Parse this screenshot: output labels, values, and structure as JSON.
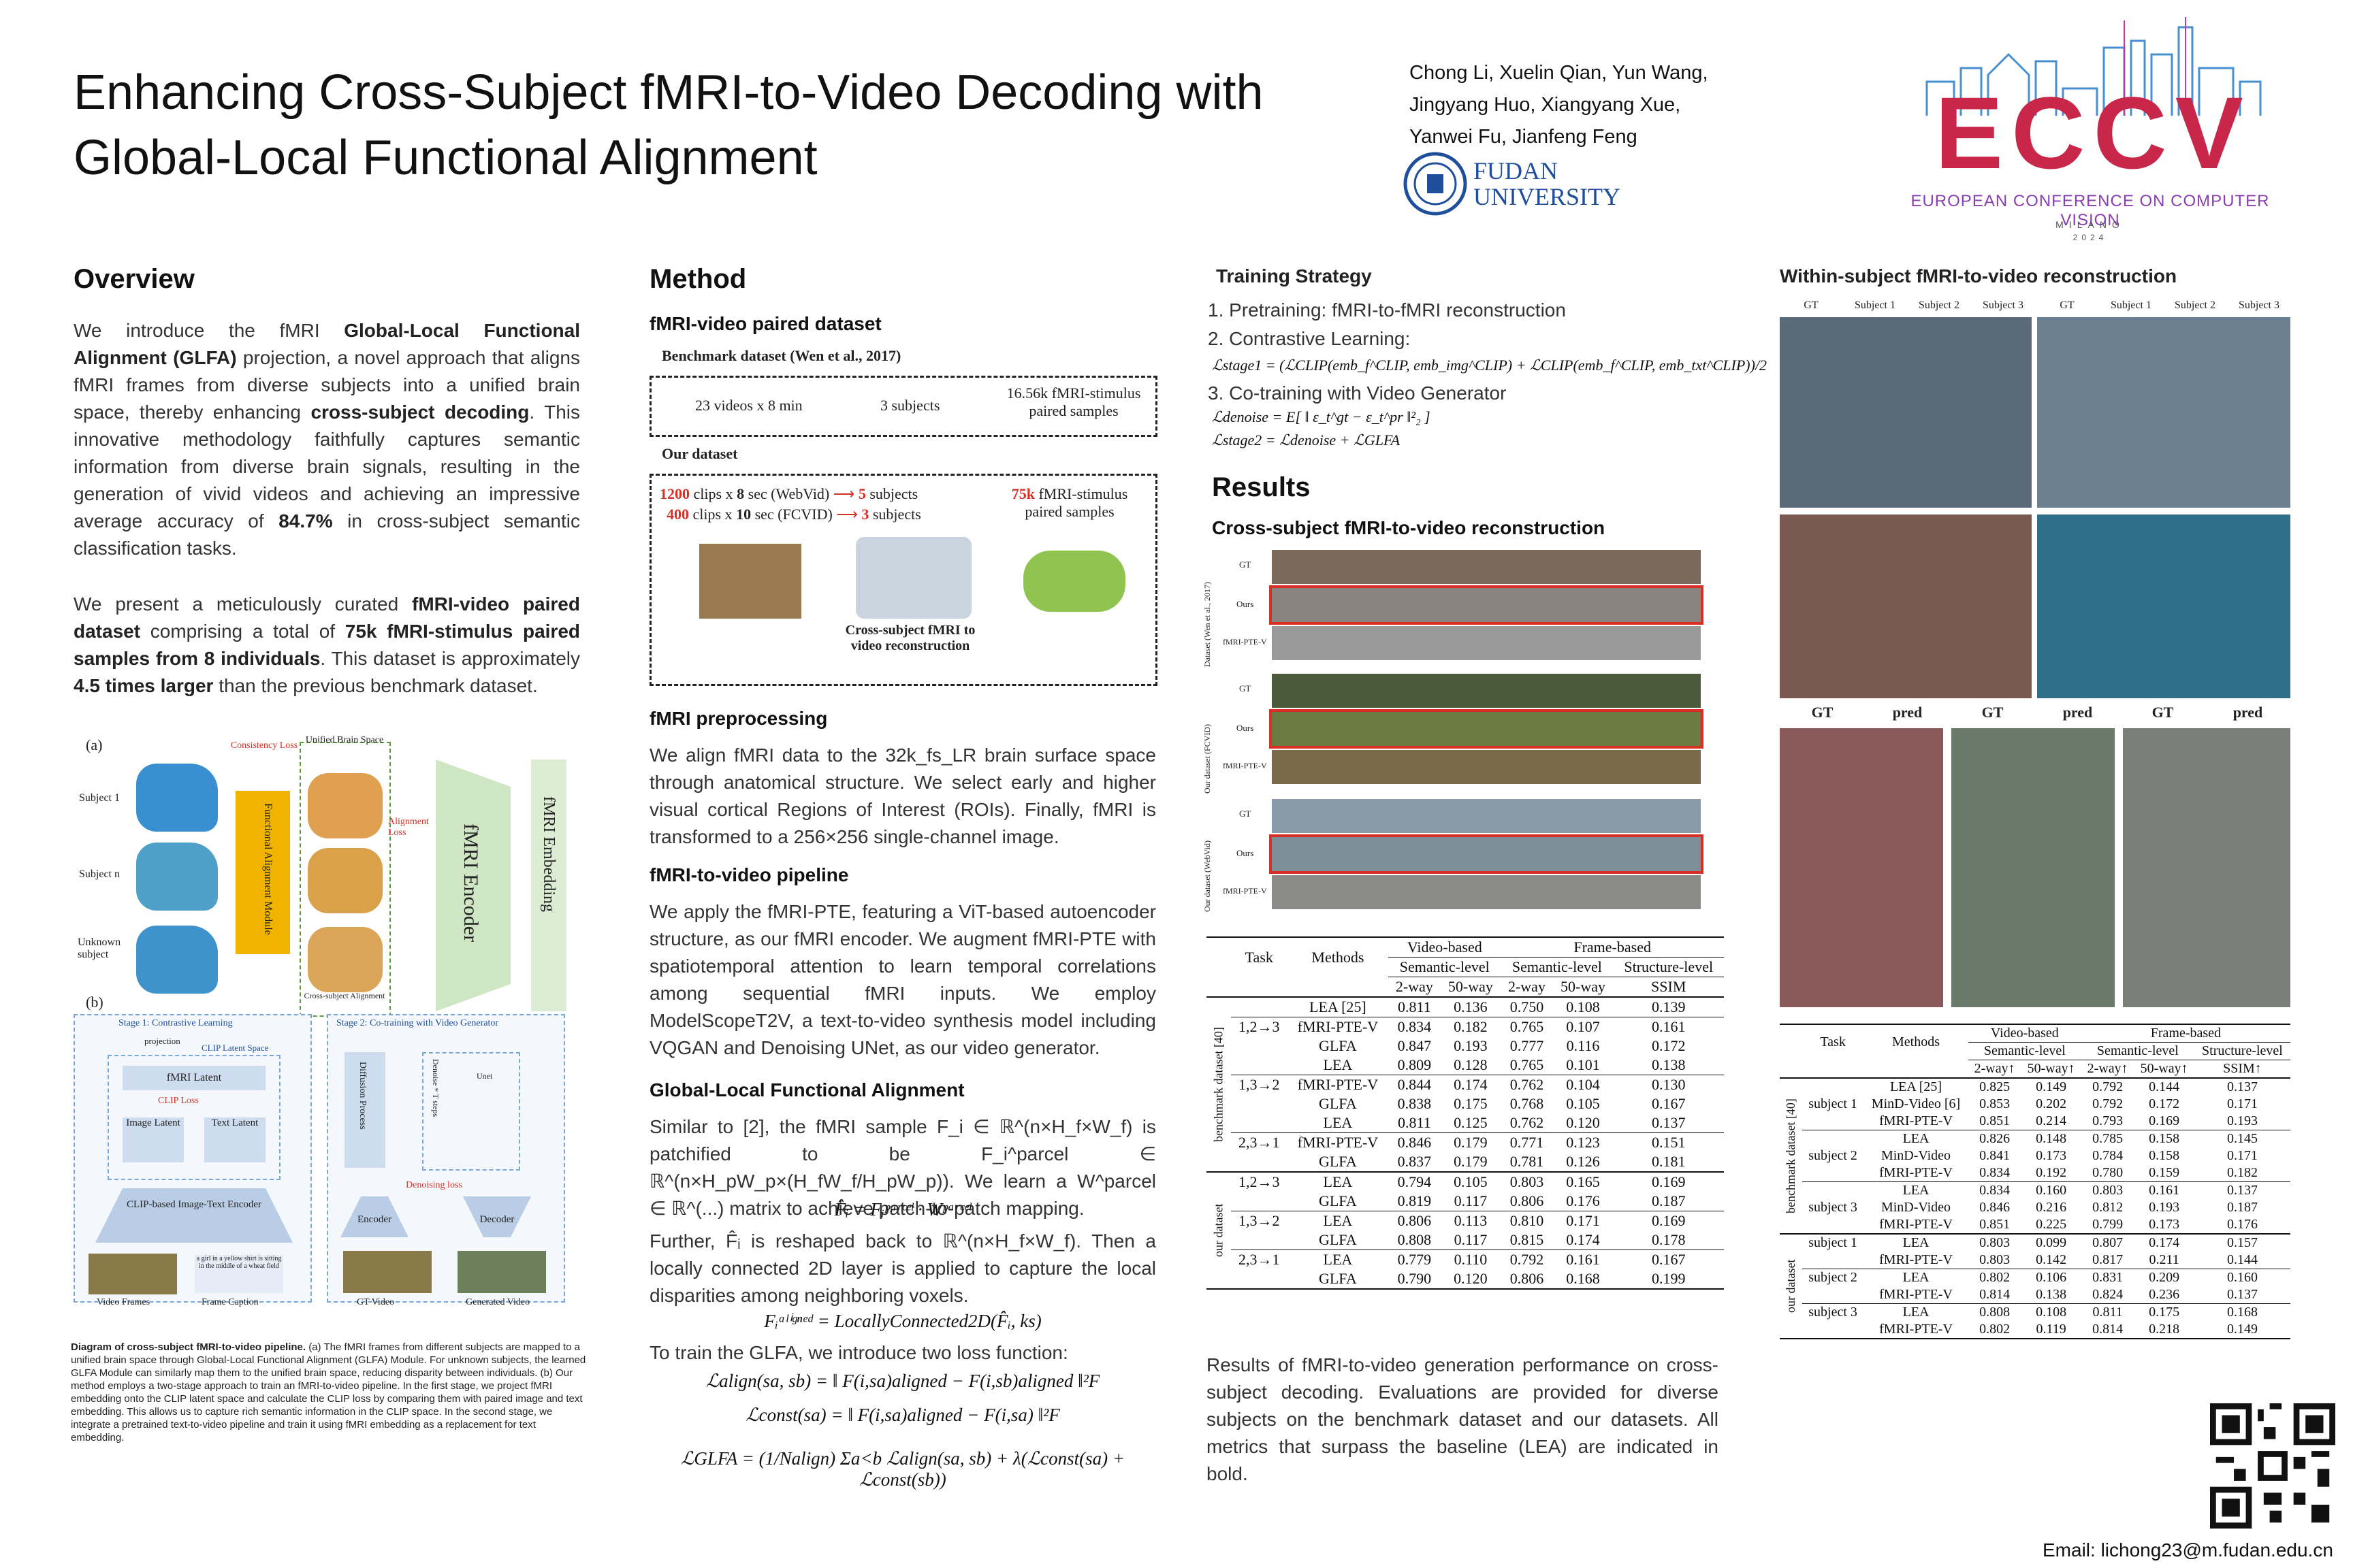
{
  "title": "Enhancing Cross-Subject fMRI-to-Video Decoding with Global-Local Functional Alignment",
  "authors": [
    "Chong Li, Xuelin Qian, Yun Wang,",
    "Jingyang Huo, Xiangyang Xue,",
    "Yanwei Fu,  Jianfeng Feng"
  ],
  "affiliation": {
    "name_line1": "FUDAN",
    "name_line2": "UNIVERSITY"
  },
  "conference": {
    "logo": "ECCV",
    "name": "EUROPEAN CONFERENCE ON COMPUTER VISION",
    "city": "MILANO",
    "year": "2024"
  },
  "overview": {
    "heading": "Overview",
    "p1_parts": [
      "We introduce the fMRI ",
      "Global-Local Functional Alignment (GLFA)",
      " projection, a novel approach that aligns fMRI frames from diverse subjects into a unified brain space, thereby enhancing ",
      "cross-subject decoding",
      ". This innovative methodology faithfully captures semantic information from diverse brain signals, resulting in the generation of vivid videos and achieving an impressive average accuracy of ",
      "84.7%",
      " in cross-subject semantic classification tasks."
    ],
    "p2_parts": [
      "We present a meticulously curated ",
      "fMRI-video paired dataset",
      " comprising a total of ",
      "75k fMRI-stimulus paired samples from 8 individuals",
      ". This dataset is approximately ",
      "4.5 times larger",
      " than the previous benchmark dataset."
    ]
  },
  "diagram": {
    "a_label": "(a)",
    "b_label": "(b)",
    "subject1": "Subject 1",
    "subjectn": "Subject n",
    "unknown": "Unknown subject",
    "consistency_loss": "Consistency Loss",
    "unified_space": "Unified Brain Space",
    "alignment_loss": "Alignment Loss",
    "fam": "Functional Alignment Module",
    "cross_subject": "Cross-subject Alignment",
    "fmri_encoder": "fMRI Encoder",
    "fmri_embedding": "fMRI Embedding",
    "stage1": "Stage 1: Contrastive Learning",
    "stage2": "Stage 2: Co-training with Video Generator",
    "projection": "projection",
    "clip_space": "CLIP Latent Space",
    "fmri_latent": "fMRI Latent",
    "clip_loss": "CLIP Loss",
    "image_latent": "Image Latent",
    "text_latent": "Text Latent",
    "clip_encoder": "CLIP-based Image-Text Encoder",
    "video_frames": "Video Frames",
    "frame_caption": "Frame Caption",
    "caption_text": "a girl in a yellow shirt is sitting in the middle of a wheat field",
    "diffusion": "Diffusion Process",
    "denoise": "Denoise * T steps",
    "unet": "Unet",
    "denoising_loss": "Denoising loss",
    "encoder": "Encoder",
    "decoder": "Decoder",
    "gt_video": "GT Video",
    "generated_video": "Generated Video",
    "caption_bold": "Diagram of cross-subject fMRI-to-video pipeline.",
    "caption_rest": " (a) The fMRI frames from different subjects are mapped to a unified brain space through Global-Local Functional Alignment (GLFA) Module. For unknown subjects, the learned GLFA Module can similarly map them to the unified brain space, reducing disparity between individuals. (b) Our method employs a two-stage approach to train an fMRI-to-video pipeline. In the first stage, we project fMRI embedding onto the CLIP latent space and calculate the CLIP loss by comparing them with paired image and text embedding. This allows us to capture rich semantic information in the CLIP space. In the second stage, we integrate a pretrained text-to-video pipeline and train it using fMRI embedding as a replacement for text embedding."
  },
  "method": {
    "heading": "Method",
    "dataset_heading": "fMRI-video paired dataset",
    "benchmark_label": "Benchmark dataset (Wen et al., 2017)",
    "bench_videos": "23 videos x 8 min",
    "bench_subjects": "3 subjects",
    "bench_samples": "16.56k fMRI-stimulus paired samples",
    "our_label": "Our dataset",
    "our_line1_a": "1200",
    "our_line1_b": " clips x ",
    "our_line1_c": "8",
    "our_line1_d": " sec (WebVid)",
    "our_line1_e": "5",
    "our_line1_f": " subjects",
    "our_line2_a": "400",
    "our_line2_b": " clips x ",
    "our_line2_c": "10",
    "our_line2_d": " sec (FCVID)",
    "our_line2_e": "3",
    "our_line2_f": " subjects",
    "our_samples_a": "75k",
    "our_samples_b": " fMRI-stimulus paired samples",
    "cross_subject_label": "Cross-subject fMRI to video reconstruction",
    "preproc_heading": "fMRI preprocessing",
    "preproc_text": "We align fMRI data to the 32k_fs_LR brain surface space through anatomical structure. We select early and higher visual cortical Regions of Interest (ROIs). Finally, fMRI is transformed to a 256×256 single-channel image.",
    "pipeline_heading": "fMRI-to-video pipeline",
    "pipeline_text": "We apply the fMRI-PTE, featuring a ViT-based autoencoder structure, as our fMRI encoder. We augment fMRI-PTE with spatiotemporal attention to learn temporal correlations among sequential fMRI inputs. We employ ModelScopeT2V, a text-to-video synthesis model including VQGAN and Denoising UNet, as our video generator.",
    "glfa_heading": "Global-Local Functional Alignment",
    "glfa_text1": "Similar to [2], the fMRI sample  F_i ∈ ℝ^(n×H_f×W_f)  is patchified to be F_i^parcel ∈ ℝ^(n×H_pW_p×(H_fW_f/H_pW_p)). We learn a W^parcel ∈ ℝ^(...) matrix to achieve patch-to-patch mapping.",
    "eq1": "F̂ᵢ = Fᵢᵖᵃʳᶜᵉˡ · Wᵖᵃʳᶜᵉˡ",
    "glfa_text2": "Further, F̂ᵢ is reshaped back to ℝ^(n×H_f×W_f). Then a locally connected 2D layer is applied to capture the local disparities among neighboring voxels.",
    "eq2": "Fᵢᵃˡⁱᵍⁿᵉᵈ = LocallyConnected2D(F̂ᵢ, ks)",
    "glfa_text3": "To train the GLFA, we introduce two loss function:",
    "eq3": "ℒalign(sa, sb) = ‖ F(i,sa)aligned − F(i,sb)aligned ‖²F",
    "eq4": "ℒconst(sa) = ‖ F(i,sa)aligned − F(i,sa) ‖²F",
    "eq5": "ℒGLFA = (1/Nalign) Σa<b ℒalign(sa, sb) + λ(ℒconst(sa) + ℒconst(sb))"
  },
  "training": {
    "heading": "Training Strategy",
    "step1": "1. Pretraining: fMRI-to-fMRI reconstruction",
    "step2": "2. Contrastive Learning:",
    "eq_stage1": "ℒstage1 = (ℒCLIP(emb_f^CLIP, emb_img^CLIP) + ℒCLIP(emb_f^CLIP, emb_txt^CLIP))/2",
    "step3": "3. Co-training with Video Generator",
    "eq_denoise": "ℒdenoise = E[ ‖ ε_t^gt − ε_t^pr ‖²₂ ]",
    "eq_stage2": "ℒstage2 = ℒdenoise + ℒGLFA"
  },
  "results": {
    "heading": "Results",
    "cross_heading": "Cross-subject fMRI-to-video reconstruction",
    "row_gt": "GT",
    "row_ours": "Ours",
    "row_pte": "fMRI-PTE-V",
    "group1": "Dataset (Wen et al., 2017)",
    "group2": "Our dataset (FCVID)",
    "group3": "Our dataset (WebVid)",
    "caption": "Results of fMRI-to-video generation performance on cross-subject decoding. Evaluations are provided for diverse subjects on the benchmark dataset and our datasets. All metrics that surpass the baseline (LEA) are indicated in bold."
  },
  "table1": {
    "h_task": "Task",
    "h_methods": "Methods",
    "h_video": "Video-based",
    "h_frame": "Frame-based",
    "h_semantic": "Semantic-level",
    "h_structure": "Structure-level",
    "cols": [
      "2-way",
      "50-way",
      "2-way",
      "50-way",
      "SSIM"
    ],
    "group_bench": "benchmark dataset [40]",
    "group_ours": "our dataset",
    "rows": [
      {
        "task": "",
        "method": "LEA [25]",
        "v": [
          "0.811",
          "0.136",
          "0.750",
          "0.108",
          "0.139"
        ],
        "b": [
          0,
          0,
          0,
          0,
          0
        ]
      },
      {
        "task": "1,2→3",
        "method": "fMRI-PTE-V",
        "v": [
          "0.834",
          "0.182",
          "0.765",
          "0.107",
          "0.161"
        ],
        "b": [
          1,
          1,
          1,
          0,
          1
        ]
      },
      {
        "task": "",
        "method": "GLFA",
        "v": [
          "0.847",
          "0.193",
          "0.777",
          "0.116",
          "0.172"
        ],
        "b": [
          1,
          1,
          1,
          1,
          1
        ]
      },
      {
        "task": "",
        "method": "LEA",
        "v": [
          "0.809",
          "0.128",
          "0.765",
          "0.101",
          "0.138"
        ],
        "b": [
          0,
          0,
          0,
          0,
          0
        ]
      },
      {
        "task": "1,3→2",
        "method": "fMRI-PTE-V",
        "v": [
          "0.844",
          "0.174",
          "0.762",
          "0.104",
          "0.130"
        ],
        "b": [
          1,
          1,
          0,
          1,
          0
        ]
      },
      {
        "task": "",
        "method": "GLFA",
        "v": [
          "0.838",
          "0.175",
          "0.768",
          "0.105",
          "0.167"
        ],
        "b": [
          1,
          1,
          1,
          1,
          1
        ]
      },
      {
        "task": "",
        "method": "LEA",
        "v": [
          "0.811",
          "0.125",
          "0.762",
          "0.120",
          "0.137"
        ],
        "b": [
          0,
          0,
          0,
          0,
          0
        ]
      },
      {
        "task": "2,3→1",
        "method": "fMRI-PTE-V",
        "v": [
          "0.846",
          "0.179",
          "0.771",
          "0.123",
          "0.151"
        ],
        "b": [
          1,
          1,
          1,
          1,
          1
        ]
      },
      {
        "task": "",
        "method": "GLFA",
        "v": [
          "0.837",
          "0.179",
          "0.781",
          "0.126",
          "0.181"
        ],
        "b": [
          1,
          1,
          1,
          1,
          1
        ]
      },
      {
        "task": "1,2→3",
        "method": "LEA",
        "v": [
          "0.794",
          "0.105",
          "0.803",
          "0.165",
          "0.169"
        ],
        "b": [
          0,
          0,
          0,
          0,
          0
        ]
      },
      {
        "task": "",
        "method": "GLFA",
        "v": [
          "0.819",
          "0.117",
          "0.806",
          "0.176",
          "0.187"
        ],
        "b": [
          1,
          1,
          1,
          1,
          1
        ]
      },
      {
        "task": "1,3→2",
        "method": "LEA",
        "v": [
          "0.806",
          "0.113",
          "0.810",
          "0.171",
          "0.169"
        ],
        "b": [
          0,
          0,
          0,
          0,
          0
        ]
      },
      {
        "task": "",
        "method": "GLFA",
        "v": [
          "0.808",
          "0.117",
          "0.815",
          "0.174",
          "0.178"
        ],
        "b": [
          1,
          1,
          1,
          1,
          1
        ]
      },
      {
        "task": "2,3→1",
        "method": "LEA",
        "v": [
          "0.779",
          "0.110",
          "0.792",
          "0.161",
          "0.167"
        ],
        "b": [
          0,
          0,
          0,
          0,
          0
        ]
      },
      {
        "task": "",
        "method": "GLFA",
        "v": [
          "0.790",
          "0.120",
          "0.806",
          "0.168",
          "0.199"
        ],
        "b": [
          1,
          1,
          1,
          1,
          1
        ]
      }
    ]
  },
  "within": {
    "heading": "Within-subject fMRI-to-video reconstruction",
    "top_labels": [
      "GT",
      "Subject 1",
      "Subject 2",
      "Subject 3",
      "GT",
      "Subject 1",
      "Subject 2",
      "Subject 3"
    ],
    "pred_labels": [
      "GT",
      "pred",
      "GT",
      "pred",
      "GT",
      "pred"
    ]
  },
  "table2": {
    "h_task": "Task",
    "h_methods": "Methods",
    "h_video": "Video-based",
    "h_frame": "Frame-based",
    "h_semantic": "Semantic-level",
    "h_structure": "Structure-level",
    "cols": [
      "2-way↑",
      "50-way↑",
      "2-way↑",
      "50-way↑",
      "SSIM↑"
    ],
    "group_bench": "benchmark dataset [40]",
    "group_ours": "our dataset",
    "rows": [
      {
        "task": "",
        "method": "LEA [25]",
        "v": [
          "0.825",
          "0.149",
          "0.792",
          "0.144",
          "0.137"
        ],
        "b": [
          0,
          0,
          0,
          0,
          0
        ]
      },
      {
        "task": "subject 1",
        "method": "MinD-Video [6]",
        "v": [
          "0.853",
          "0.202",
          "0.792",
          "0.172",
          "0.171"
        ],
        "b": [
          1,
          0,
          0,
          1,
          0
        ]
      },
      {
        "task": "",
        "method": "fMRI-PTE-V",
        "v": [
          "0.851",
          "0.214",
          "0.793",
          "0.169",
          "0.193"
        ],
        "b": [
          0,
          1,
          1,
          0,
          1
        ]
      },
      {
        "task": "",
        "method": "LEA",
        "v": [
          "0.826",
          "0.148",
          "0.785",
          "0.158",
          "0.145"
        ],
        "b": [
          0,
          0,
          1,
          0,
          0
        ]
      },
      {
        "task": "subject 2",
        "method": "MinD-Video",
        "v": [
          "0.841",
          "0.173",
          "0.784",
          "0.158",
          "0.171"
        ],
        "b": [
          1,
          0,
          0,
          0,
          0
        ]
      },
      {
        "task": "",
        "method": "fMRI-PTE-V",
        "v": [
          "0.834",
          "0.192",
          "0.780",
          "0.159",
          "0.182"
        ],
        "b": [
          0,
          1,
          0,
          1,
          1
        ]
      },
      {
        "task": "",
        "method": "LEA",
        "v": [
          "0.834",
          "0.160",
          "0.803",
          "0.161",
          "0.137"
        ],
        "b": [
          0,
          0,
          0,
          0,
          0
        ]
      },
      {
        "task": "subject 3",
        "method": "MinD-Video",
        "v": [
          "0.846",
          "0.216",
          "0.812",
          "0.193",
          "0.187"
        ],
        "b": [
          0,
          0,
          1,
          1,
          1
        ]
      },
      {
        "task": "",
        "method": "fMRI-PTE-V",
        "v": [
          "0.851",
          "0.225",
          "0.799",
          "0.173",
          "0.176"
        ],
        "b": [
          1,
          1,
          0,
          0,
          0
        ]
      },
      {
        "task": "subject 1",
        "method": "LEA",
        "v": [
          "0.803",
          "0.099",
          "0.807",
          "0.174",
          "0.157"
        ],
        "b": [
          1,
          0,
          0,
          0,
          1
        ]
      },
      {
        "task": "",
        "method": "fMRI-PTE-V",
        "v": [
          "0.803",
          "0.142",
          "0.817",
          "0.211",
          "0.144"
        ],
        "b": [
          1,
          1,
          1,
          1,
          0
        ]
      },
      {
        "task": "subject 2",
        "method": "LEA",
        "v": [
          "0.802",
          "0.106",
          "0.831",
          "0.209",
          "0.160"
        ],
        "b": [
          0,
          0,
          1,
          0,
          1
        ]
      },
      {
        "task": "",
        "method": "fMRI-PTE-V",
        "v": [
          "0.814",
          "0.138",
          "0.824",
          "0.236",
          "0.137"
        ],
        "b": [
          1,
          1,
          0,
          1,
          0
        ]
      },
      {
        "task": "subject 3",
        "method": "LEA",
        "v": [
          "0.808",
          "0.108",
          "0.811",
          "0.175",
          "0.168"
        ],
        "b": [
          1,
          0,
          0,
          0,
          1
        ]
      },
      {
        "task": "",
        "method": "fMRI-PTE-V",
        "v": [
          "0.802",
          "0.119",
          "0.814",
          "0.218",
          "0.149"
        ],
        "b": [
          0,
          1,
          1,
          1,
          0
        ]
      }
    ]
  },
  "contact": {
    "email": "Email: lichong23@m.fudan.edu.cn"
  },
  "colors": {
    "accent_red": "#d93025",
    "accent_blue": "#1e4e9c",
    "eccv_purple": "#9b4db5",
    "diagram_green": "#5a9a3a",
    "diagram_yellow": "#f0b400"
  }
}
